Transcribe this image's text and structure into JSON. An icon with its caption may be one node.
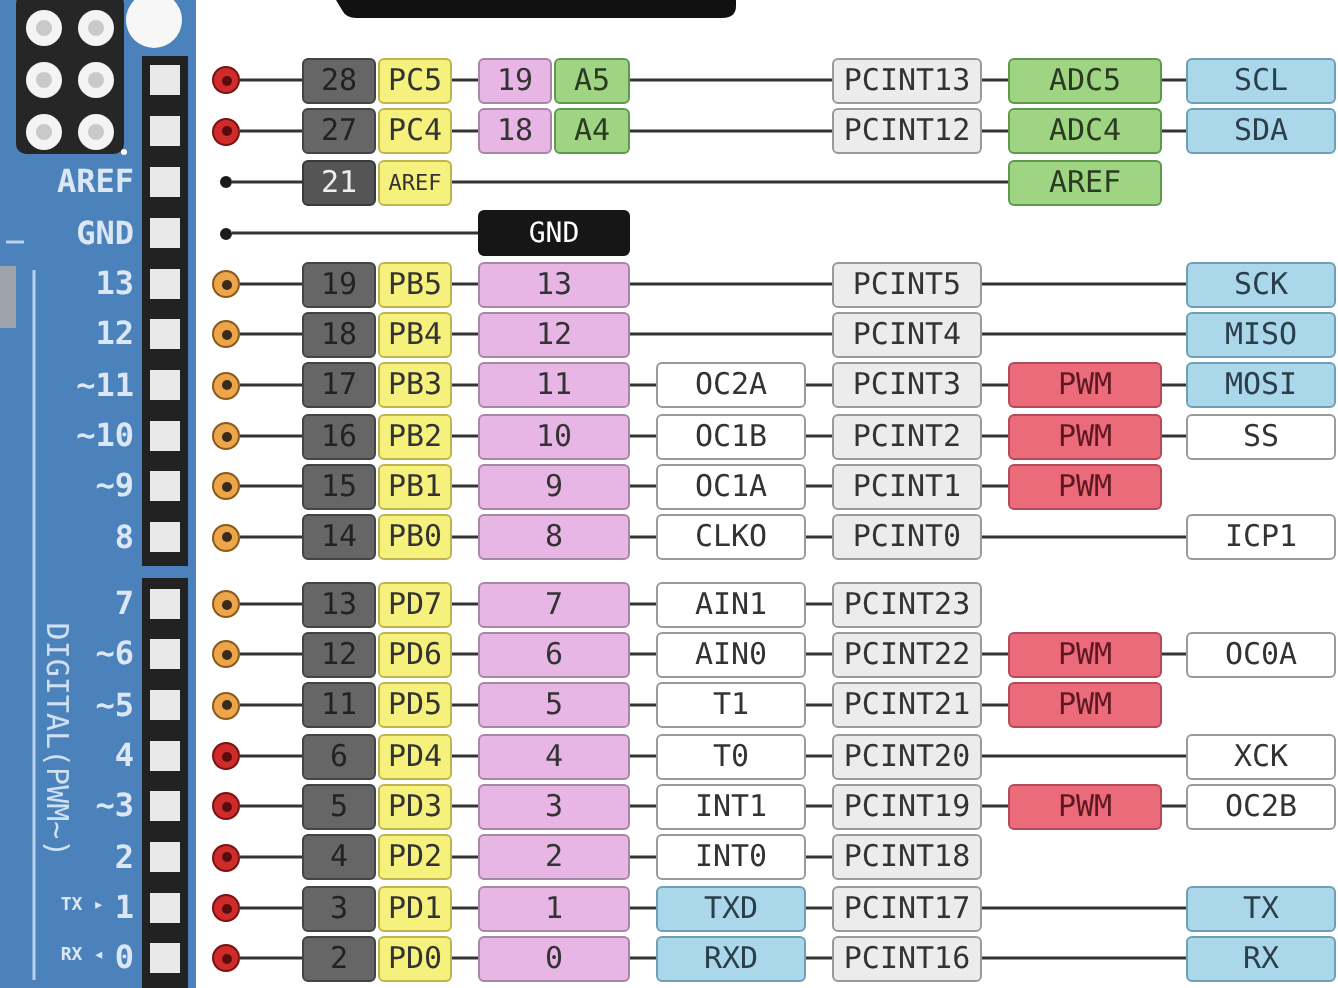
{
  "diagram": {
    "nodes": [
      {
        "text": [],
        "shape": "circle"
      },
      {
        "text": [
          "28"
        ]
      },
      {
        "text": [
          "PC5"
        ]
      },
      {
        "text": [
          "19"
        ]
      },
      {
        "text": [
          "A5"
        ]
      },
      {
        "text": [
          "PCINT13"
        ]
      },
      {
        "text": [
          "ADC5"
        ]
      },
      {
        "text": [
          "SCL"
        ]
      },
      {
        "text": [],
        "shape": "circle"
      },
      {
        "text": [
          "27"
        ]
      },
      {
        "text": [
          "PC4"
        ]
      },
      {
        "text": [
          "18"
        ]
      },
      {
        "text": [
          "A4"
        ]
      },
      {
        "text": [
          "PCINT12"
        ]
      },
      {
        "text": [
          "ADC4"
        ]
      },
      {
        "text": [
          "SDA"
        ]
      },
      {
        "text": [],
        "shape": "circle"
      },
      {
        "text": [
          "21"
        ]
      },
      {
        "text": [
          "AREF"
        ]
      },
      {
        "text": [
          "AREF"
        ]
      },
      {
        "text": [],
        "shape": "circle"
      },
      {
        "text": [
          "GND"
        ]
      },
      {
        "text": [],
        "shape": "circle"
      },
      {
        "text": [
          "19"
        ]
      },
      {
        "text": [
          "PB5"
        ]
      },
      {
        "text": [
          "13"
        ]
      },
      {
        "text": [
          "PCINT5"
        ]
      },
      {
        "text": [
          "SCK"
        ]
      },
      {
        "text": [],
        "shape": "circle"
      },
      {
        "text": [
          "18"
        ]
      },
      {
        "text": [
          "PB4"
        ]
      },
      {
        "text": [
          "12"
        ]
      },
      {
        "text": [
          "PCINT4"
        ]
      },
      {
        "text": [
          "MISO"
        ]
      },
      {
        "text": [],
        "shape": "circle"
      },
      {
        "text": [
          "17"
        ]
      },
      {
        "text": [
          "PB3"
        ]
      },
      {
        "text": [
          "11"
        ]
      },
      {
        "text": [
          "OC2A"
        ]
      },
      {
        "text": [
          "PCINT3"
        ]
      },
      {
        "text": [
          "PWM"
        ]
      },
      {
        "text": [
          "MOSI"
        ]
      },
      {
        "text": [],
        "shape": "circle"
      },
      {
        "text": [
          "16"
        ]
      },
      {
        "text": [
          "PB2"
        ]
      },
      {
        "text": [
          "10"
        ]
      },
      {
        "text": [
          "OC1B"
        ]
      },
      {
        "text": [
          "PCINT2"
        ]
      },
      {
        "text": [
          "PWM"
        ]
      },
      {
        "text": [
          "SS"
        ]
      },
      {
        "text": [],
        "shape": "circle"
      },
      {
        "text": [
          "15"
        ]
      },
      {
        "text": [
          "PB1"
        ]
      },
      {
        "text": [
          "9"
        ]
      },
      {
        "text": [
          "OC1A"
        ]
      },
      {
        "text": [
          "PCINT1"
        ]
      },
      {
        "text": [
          "PWM"
        ]
      },
      {
        "text": [],
        "shape": "circle"
      },
      {
        "text": [
          "14"
        ]
      },
      {
        "text": [
          "PB0"
        ]
      },
      {
        "text": [
          "8"
        ]
      },
      {
        "text": [
          "CLKO"
        ]
      },
      {
        "text": [
          "PCINT0"
        ]
      },
      {
        "text": [
          "ICP1"
        ]
      },
      {
        "text": [],
        "shape": "circle"
      },
      {
        "text": [
          "13"
        ]
      },
      {
        "text": [
          "PD7"
        ]
      },
      {
        "text": [
          "7"
        ]
      },
      {
        "text": [
          "AIN1"
        ]
      },
      {
        "text": [
          "PCINT23"
        ]
      },
      {
        "text": [],
        "shape": "circle"
      },
      {
        "text": [
          "12"
        ]
      },
      {
        "text": [
          "PD6"
        ]
      },
      {
        "text": [
          "6"
        ]
      },
      {
        "text": [
          "AIN0"
        ]
      },
      {
        "text": [
          "PCINT22"
        ]
      },
      {
        "text": [
          "PWM"
        ]
      },
      {
        "text": [
          "OC0A"
        ]
      },
      {
        "text": [],
        "shape": "circle"
      },
      {
        "text": [
          "11"
        ]
      },
      {
        "text": [
          "PD5"
        ]
      },
      {
        "text": [
          "5"
        ]
      },
      {
        "text": [
          "T1"
        ]
      },
      {
        "text": [
          "PCINT21"
        ]
      },
      {
        "text": [
          "PWM"
        ]
      },
      {
        "text": [],
        "shape": "circle"
      },
      {
        "text": [
          "6"
        ]
      },
      {
        "text": [
          "PD4"
        ]
      },
      {
        "text": [
          "4"
        ]
      },
      {
        "text": [
          "T0"
        ]
      },
      {
        "text": [
          "PCINT20"
        ]
      },
      {
        "text": [
          "XCK"
        ]
      },
      {
        "text": [],
        "shape": "circle"
      },
      {
        "text": [
          "5"
        ]
      },
      {
        "text": [
          "PD3"
        ]
      },
      {
        "text": [
          "3"
        ]
      },
      {
        "text": [
          "INT1"
        ]
      },
      {
        "text": [
          "PCINT19"
        ]
      },
      {
        "text": [
          "PWM"
        ]
      },
      {
        "text": [
          "OC2B"
        ]
      },
      {
        "text": [],
        "shape": "circle"
      },
      {
        "text": [
          "4"
        ]
      },
      {
        "text": [
          "PD2"
        ]
      },
      {
        "text": [
          "2"
        ]
      },
      {
        "text": [
          "INT0"
        ]
      },
      {
        "text": [
          "PCINT18"
        ]
      },
      {
        "text": [],
        "shape": "circle"
      },
      {
        "text": [
          "3"
        ]
      },
      {
        "text": [
          "PD1"
        ]
      },
      {
        "text": [
          "1"
        ]
      },
      {
        "text": [
          "TXD"
        ]
      },
      {
        "text": [
          "PCINT17"
        ]
      },
      {
        "text": [
          "TX"
        ]
      },
      {
        "text": [],
        "shape": "circle"
      },
      {
        "text": [
          "2"
        ]
      },
      {
        "text": [
          "PD0"
        ]
      },
      {
        "text": [
          "0"
        ]
      },
      {
        "text": [
          "RXD"
        ]
      },
      {
        "text": [
          "PCINT16"
        ]
      },
      {
        "text": [
          "RX"
        ]
      }
    ],
    "edges": [
      {
        "from": 0,
        "to": 1,
        "arrow": "none"
      },
      {
        "from": 2,
        "to": 3,
        "arrow": "none"
      },
      {
        "from": 4,
        "to": 5,
        "arrow": "none"
      },
      {
        "from": 5,
        "to": 6,
        "arrow": "none"
      },
      {
        "from": 6,
        "to": 7,
        "arrow": "none"
      },
      {
        "from": 8,
        "to": 9,
        "arrow": "none"
      },
      {
        "from": 10,
        "to": 11,
        "arrow": "none"
      },
      {
        "from": 12,
        "to": 13,
        "arrow": "none"
      },
      {
        "from": 13,
        "to": 14,
        "arrow": "none"
      },
      {
        "from": 14,
        "to": 15,
        "arrow": "none"
      },
      {
        "from": 16,
        "to": 17,
        "arrow": "none"
      },
      {
        "from": 18,
        "to": 19,
        "arrow": "none"
      },
      {
        "from": 20,
        "to": 21,
        "arrow": "none"
      },
      {
        "from": 22,
        "to": 23,
        "arrow": "none"
      },
      {
        "from": 24,
        "to": 25,
        "arrow": "none"
      },
      {
        "from": 25,
        "to": 26,
        "arrow": "none"
      },
      {
        "from": 26,
        "to": 27,
        "arrow": "none"
      },
      {
        "from": 28,
        "to": 29,
        "arrow": "none"
      },
      {
        "from": 30,
        "to": 31,
        "arrow": "none"
      },
      {
        "from": 31,
        "to": 32,
        "arrow": "none"
      },
      {
        "from": 32,
        "to": 33,
        "arrow": "none"
      },
      {
        "from": 34,
        "to": 35,
        "arrow": "none"
      },
      {
        "from": 36,
        "to": 37,
        "arrow": "none"
      },
      {
        "from": 37,
        "to": 38,
        "arrow": "none"
      },
      {
        "from": 38,
        "to": 39,
        "arrow": "none"
      },
      {
        "from": 39,
        "to": 40,
        "arrow": "none"
      },
      {
        "from": 40,
        "to": 41,
        "arrow": "none"
      },
      {
        "from": 42,
        "to": 43,
        "arrow": "none"
      },
      {
        "from": 44,
        "to": 45,
        "arrow": "none"
      },
      {
        "from": 45,
        "to": 46,
        "arrow": "none"
      },
      {
        "from": 46,
        "to": 47,
        "arrow": "none"
      },
      {
        "from": 47,
        "to": 48,
        "arrow": "none"
      },
      {
        "from": 48,
        "to": 49,
        "arrow": "none"
      },
      {
        "from": 50,
        "to": 51,
        "arrow": "none"
      },
      {
        "from": 52,
        "to": 53,
        "arrow": "none"
      },
      {
        "from": 53,
        "to": 54,
        "arrow": "none"
      },
      {
        "from": 54,
        "to": 55,
        "arrow": "none"
      },
      {
        "from": 55,
        "to": 56,
        "arrow": "none"
      },
      {
        "from": 57,
        "to": 58,
        "arrow": "none"
      },
      {
        "from": 59,
        "to": 60,
        "arrow": "none"
      },
      {
        "from": 60,
        "to": 61,
        "arrow": "none"
      },
      {
        "from": 61,
        "to": 62,
        "arrow": "none"
      },
      {
        "from": 62,
        "to": 63,
        "arrow": "none"
      },
      {
        "from": 64,
        "to": 65,
        "arrow": "none"
      },
      {
        "from": 66,
        "to": 67,
        "arrow": "none"
      },
      {
        "from": 67,
        "to": 68,
        "arrow": "none"
      },
      {
        "from": 68,
        "to": 69,
        "arrow": "none"
      },
      {
        "from": 70,
        "to": 71,
        "arrow": "none"
      },
      {
        "from": 72,
        "to": 73,
        "arrow": "none"
      },
      {
        "from": 73,
        "to": 74,
        "arrow": "none"
      },
      {
        "from": 74,
        "to": 75,
        "arrow": "none"
      },
      {
        "from": 75,
        "to": 76,
        "arrow": "none"
      },
      {
        "from": 76,
        "to": 77,
        "arrow": "none"
      },
      {
        "from": 78,
        "to": 79,
        "arrow": "none"
      },
      {
        "from": 80,
        "to": 81,
        "arrow": "none"
      },
      {
        "from": 81,
        "to": 82,
        "arrow": "none"
      },
      {
        "from": 82,
        "to": 83,
        "arrow": "none"
      },
      {
        "from": 83,
        "to": 84,
        "arrow": "none"
      },
      {
        "from": 85,
        "to": 86,
        "arrow": "none"
      },
      {
        "from": 87,
        "to": 88,
        "arrow": "none"
      },
      {
        "from": 88,
        "to": 89,
        "arrow": "none"
      },
      {
        "from": 89,
        "to": 90,
        "arrow": "none"
      },
      {
        "from": 90,
        "to": 91,
        "arrow": "none"
      },
      {
        "from": 92,
        "to": 93,
        "arrow": "none"
      },
      {
        "from": 94,
        "to": 95,
        "arrow": "none"
      },
      {
        "from": 95,
        "to": 96,
        "arrow": "none"
      },
      {
        "from": 96,
        "to": 97,
        "arrow": "none"
      },
      {
        "from": 97,
        "to": 98,
        "arrow": "none"
      },
      {
        "from": 98,
        "to": 99,
        "arrow": "none"
      },
      {
        "from": 100,
        "to": 101,
        "arrow": "none"
      },
      {
        "from": 102,
        "to": 103,
        "arrow": "none"
      },
      {
        "from": 103,
        "to": 104,
        "arrow": "none"
      },
      {
        "from": 104,
        "to": 105,
        "arrow": "none"
      },
      {
        "from": 106,
        "to": 107,
        "arrow": "none"
      },
      {
        "from": 108,
        "to": 109,
        "arrow": "none"
      },
      {
        "from": 109,
        "to": 110,
        "arrow": "none"
      },
      {
        "from": 110,
        "to": 111,
        "arrow": "none"
      },
      {
        "from": 111,
        "to": 112,
        "arrow": "none"
      },
      {
        "from": 113,
        "to": 114,
        "arrow": "none"
      },
      {
        "from": 115,
        "to": 116,
        "arrow": "none"
      },
      {
        "from": 116,
        "to": 117,
        "arrow": "none"
      },
      {
        "from": 117,
        "to": 118,
        "arrow": "none"
      },
      {
        "from": 118,
        "to": 119,
        "arrow": "none"
      }
    ],
    "labels": [
      "AREF",
      "GND",
      "13",
      "12",
      "~11",
      "~10",
      "~9",
      "8",
      "7",
      "~6",
      "~5",
      "4",
      "~3",
      "2",
      "TX ▸",
      "1",
      "RX ◂",
      "0",
      "DIGITAL(PWM~)"
    ]
  }
}
